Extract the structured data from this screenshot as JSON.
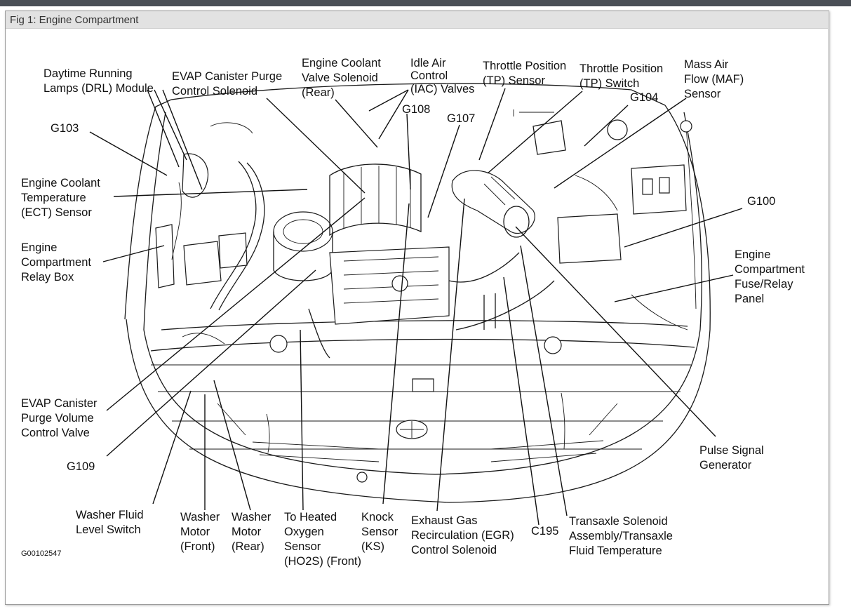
{
  "caption": "Fig 1: Engine Compartment",
  "figure_code": "G00102547",
  "labels": {
    "drl": [
      "Daytime Running",
      "Lamps (DRL) Module"
    ],
    "evap_purge_solenoid": [
      "EVAP Canister Purge",
      "Control Solenoid"
    ],
    "ect_valve_solenoid": [
      "Engine Coolant",
      "Valve Solenoid",
      "(Rear)"
    ],
    "iac": [
      "Idle Air",
      "Control",
      "(IAC) Valves"
    ],
    "tp_sensor": [
      "Throttle Position",
      "(TP) Sensor"
    ],
    "tp_switch": [
      "Throttle Position",
      "(TP) Switch"
    ],
    "maf": [
      "Mass Air",
      "Flow (MAF)",
      "Sensor"
    ],
    "g103": "G103",
    "g108": "G108",
    "g107": "G107",
    "g104": "G104",
    "g100": "G100",
    "ect_sensor": [
      "Engine Coolant",
      "Temperature",
      "(ECT) Sensor"
    ],
    "relay_box": [
      "Engine",
      "Compartment",
      "Relay Box"
    ],
    "fuse_panel": [
      "Engine",
      "Compartment",
      "Fuse/Relay",
      "Panel"
    ],
    "evap_volume": [
      "EVAP Canister",
      "Purge Volume",
      "Control Valve"
    ],
    "g109": "G109",
    "pulse": [
      "Pulse Signal",
      "Generator"
    ],
    "washer_fluid": [
      "Washer Fluid",
      "Level Switch"
    ],
    "washer_front": [
      "Washer",
      "Motor",
      "(Front)"
    ],
    "washer_rear": [
      "Washer",
      "Motor",
      "(Rear)"
    ],
    "ho2s": [
      "To Heated",
      "Oxygen",
      "Sensor",
      "(HO2S) (Front)"
    ],
    "ks": [
      "Knock",
      "Sensor",
      "(KS)"
    ],
    "egr": [
      "Exhaust Gas",
      "Recirculation (EGR)",
      "Control Solenoid"
    ],
    "c195": "C195",
    "transaxle": [
      "Transaxle Solenoid",
      "Assembly/Transaxle",
      "Fluid Temperature"
    ]
  }
}
